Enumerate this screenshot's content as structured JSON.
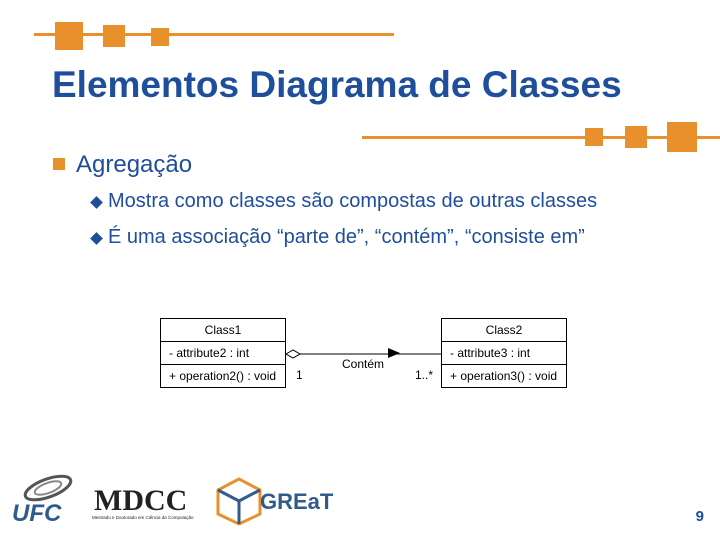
{
  "slide": {
    "title": "Elementos Diagrama de Classes",
    "bullet_1": "Agregação",
    "sub_bullets": [
      "Mostra como classes são compostas de outras classes",
      "É uma associação “parte de”, “contém”, “consiste em”"
    ]
  },
  "uml": {
    "class1": {
      "name": "Class1",
      "attribute": "- attribute2 : int",
      "operation": "+ operation2() : void"
    },
    "class2": {
      "name": "Class2",
      "attribute": "- attribute3 : int",
      "operation": "+ operation3() : void"
    },
    "association_label": "Contém",
    "multiplicity_left": "1",
    "multiplicity_right": "1..*"
  },
  "footer": {
    "logo_ufc": "UFC",
    "logo_mdcc": "MDCC",
    "mdcc_caption": "Mestrado e Doutorado em Ciência da Computação",
    "logo_great": "GREaT",
    "page_number": "9"
  },
  "colors": {
    "accent": "#e8912c",
    "title_blue": "#1f4e9a"
  }
}
